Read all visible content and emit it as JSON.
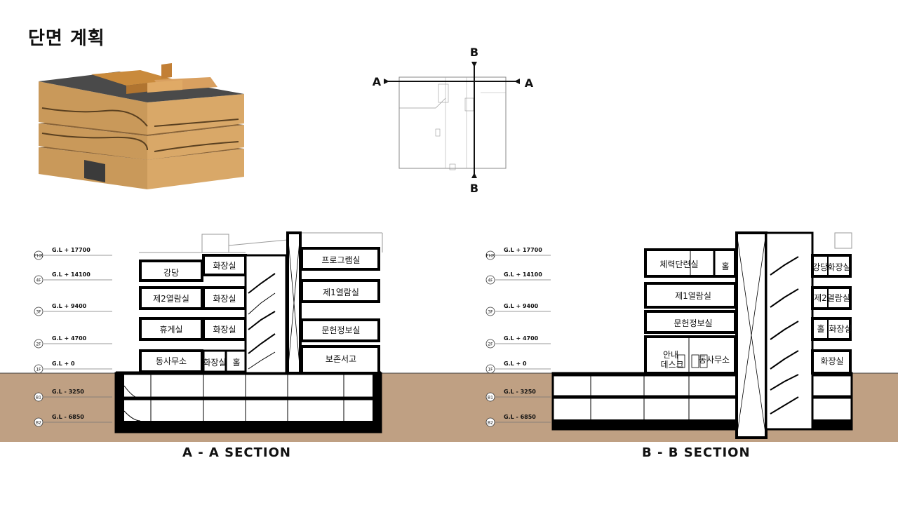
{
  "page": {
    "title": "단면 계획"
  },
  "colors": {
    "ground": "#bfa083",
    "wall": "#000000",
    "model_wall": "#c9995a",
    "model_roof": "#4a4a4a"
  },
  "key_plan": {
    "cut_labels": {
      "a_left": "A",
      "a_right": "A",
      "b_top": "B",
      "b_bottom": "B"
    }
  },
  "levels": [
    {
      "code": "PHR",
      "label": "G.L + 17700"
    },
    {
      "code": "4F",
      "label": "G.L + 14100"
    },
    {
      "code": "3F",
      "label": "G.L + 9400"
    },
    {
      "code": "2F",
      "label": "G.L + 4700"
    },
    {
      "code": "1F",
      "label": "G.L + 0"
    },
    {
      "code": "B1",
      "label": "G.L - 3250"
    },
    {
      "code": "B2",
      "label": "G.L - 6850"
    }
  ],
  "section_aa": {
    "caption": "A - A  SECTION",
    "rooms": {
      "auditorium": "강당",
      "restroom_4f": "화장실",
      "program": "프로그램실",
      "reading2": "제2열람실",
      "restroom_3f": "화장실",
      "reading1": "제1열람실",
      "lounge": "휴게실",
      "restroom_2f": "화장실",
      "documents": "문헌정보실",
      "office": "동사무소",
      "restroom_1f": "화장실",
      "hall": "홀",
      "archive": "보존서고"
    }
  },
  "section_bb": {
    "caption": "B - B  SECTION",
    "rooms": {
      "fitness": "체력단련실",
      "hall_4f": "홀",
      "auditorium": "강당",
      "restroom_4f": "화장실",
      "reading1": "제1열람실",
      "reading2": "제2열람실",
      "documents": "문헌정보실",
      "hall_2f": "홀",
      "restroom_2f": "화장실",
      "info_desk_1": "안내",
      "info_desk_2": "데스크",
      "office": "동사무소",
      "restroom_1f": "화장실"
    }
  }
}
